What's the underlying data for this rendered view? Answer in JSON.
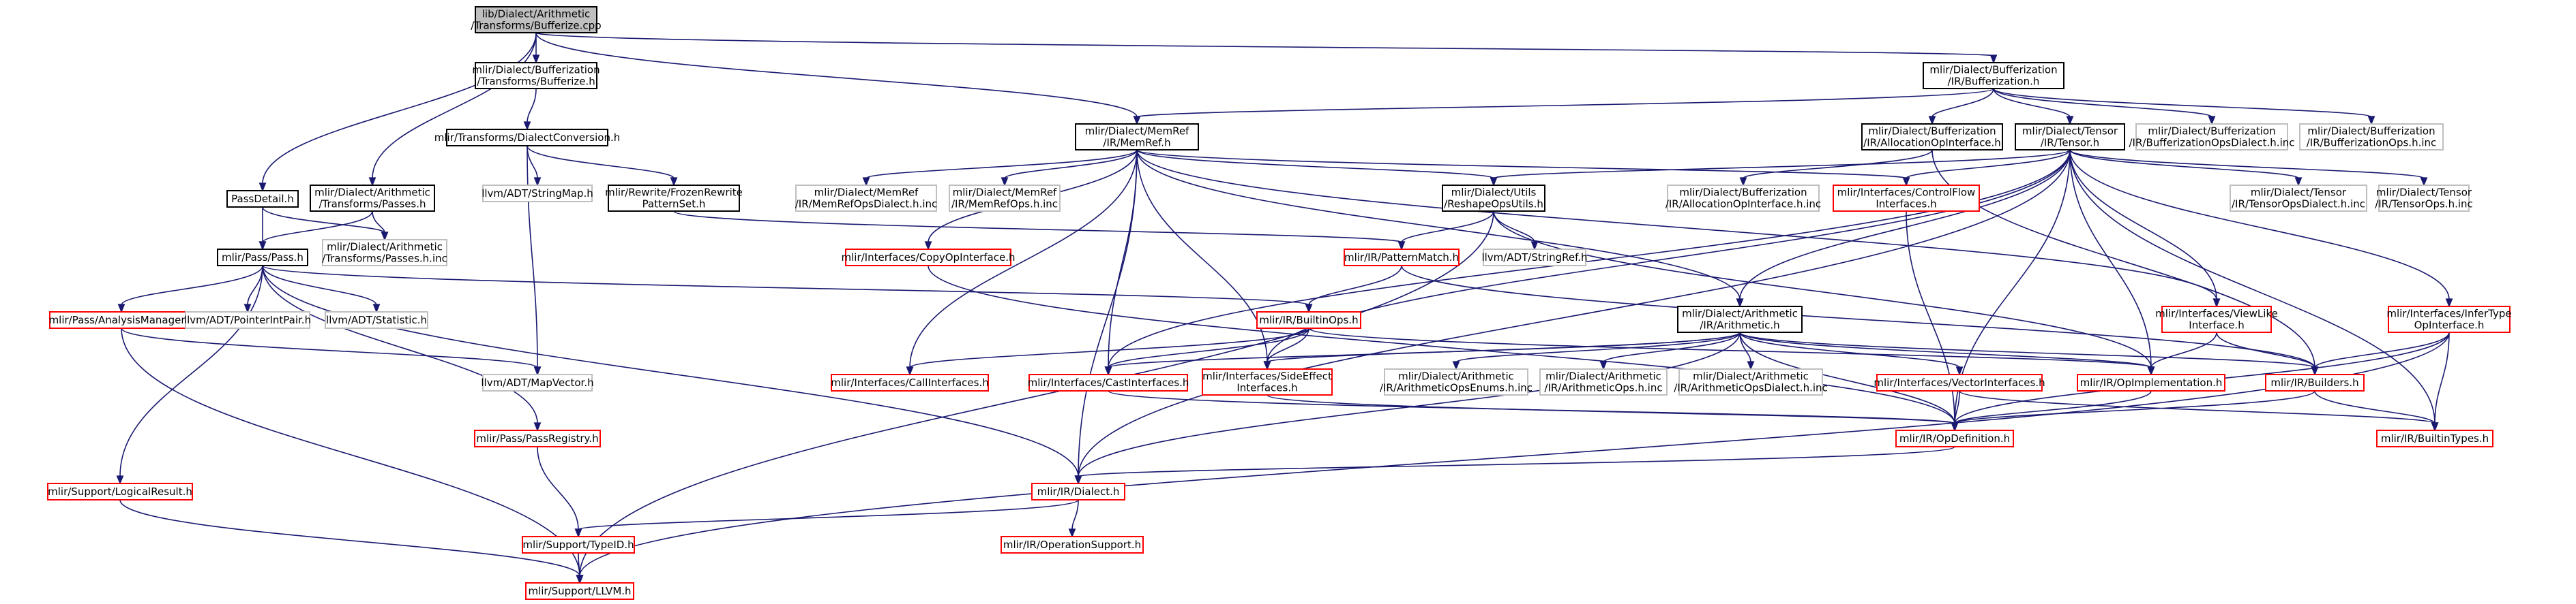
{
  "colors": {
    "edge": "#191970",
    "root_fill": "#bfbfbf",
    "default_border": "#000000",
    "external_border": "#bfbfbf",
    "documented_border": "#ff0000"
  },
  "graph": {
    "nodes": [
      {
        "id": "root",
        "kind": "root",
        "lines": [
          "lib/Dialect/Arithmetic",
          "/Transforms/Bufferize.cpp"
        ]
      },
      {
        "id": "n_bufferize_h",
        "kind": "default",
        "lines": [
          "mlir/Dialect/Bufferization",
          "/Transforms/Bufferize.h"
        ]
      },
      {
        "id": "n_passdetail",
        "kind": "default",
        "lines": [
          "PassDetail.h"
        ]
      },
      {
        "id": "n_arith_passes",
        "kind": "default",
        "lines": [
          "mlir/Dialect/Arithmetic",
          "/Transforms/Passes.h"
        ]
      },
      {
        "id": "n_dialectconv",
        "kind": "default",
        "lines": [
          "mlir/Transforms/DialectConversion.h"
        ]
      },
      {
        "id": "n_memref",
        "kind": "default",
        "lines": [
          "mlir/Dialect/MemRef",
          "/IR/MemRef.h"
        ]
      },
      {
        "id": "n_bufferization",
        "kind": "default",
        "lines": [
          "mlir/Dialect/Bufferization",
          "/IR/Bufferization.h"
        ]
      },
      {
        "id": "n_stringmap",
        "kind": "external",
        "lines": [
          "llvm/ADT/StringMap.h"
        ]
      },
      {
        "id": "n_frozen",
        "kind": "default",
        "lines": [
          "mlir/Rewrite/FrozenRewrite",
          "PatternSet.h"
        ]
      },
      {
        "id": "n_passes_inc",
        "kind": "external",
        "lines": [
          "mlir/Dialect/Arithmetic",
          "/Transforms/Passes.h.inc"
        ]
      },
      {
        "id": "n_pass",
        "kind": "default",
        "lines": [
          "mlir/Pass/Pass.h"
        ]
      },
      {
        "id": "n_memrefdialect_inc",
        "kind": "external",
        "lines": [
          "mlir/Dialect/MemRef",
          "/IR/MemRefOpsDialect.h.inc"
        ]
      },
      {
        "id": "n_memrefops_inc",
        "kind": "external",
        "lines": [
          "mlir/Dialect/MemRef",
          "/IR/MemRefOps.h.inc"
        ]
      },
      {
        "id": "n_reshape",
        "kind": "default",
        "lines": [
          "mlir/Dialect/Utils",
          "/ReshapeOpsUtils.h"
        ]
      },
      {
        "id": "n_allocop",
        "kind": "default",
        "lines": [
          "mlir/Dialect/Bufferization",
          "/IR/AllocationOpInterface.h"
        ]
      },
      {
        "id": "n_tensor",
        "kind": "default",
        "lines": [
          "mlir/Dialect/Tensor",
          "/IR/Tensor.h"
        ]
      },
      {
        "id": "n_allocop_inc",
        "kind": "external",
        "lines": [
          "mlir/Dialect/Bufferization",
          "/IR/AllocationOpInterface.h.inc"
        ]
      },
      {
        "id": "n_controlflow",
        "kind": "documented",
        "lines": [
          "mlir/Interfaces/ControlFlow",
          "Interfaces.h"
        ]
      },
      {
        "id": "n_tensordialect_inc",
        "kind": "external",
        "lines": [
          "mlir/Dialect/Tensor",
          "/IR/TensorOpsDialect.h.inc"
        ]
      },
      {
        "id": "n_tensorops_inc",
        "kind": "external",
        "lines": [
          "mlir/Dialect/Tensor",
          "/IR/TensorOps.h.inc"
        ]
      },
      {
        "id": "n_bufdialect_inc",
        "kind": "external",
        "lines": [
          "mlir/Dialect/Bufferization",
          "/IR/BufferizationOpsDialect.h.inc"
        ]
      },
      {
        "id": "n_bufops_inc",
        "kind": "external",
        "lines": [
          "mlir/Dialect/Bufferization",
          "/IR/BufferizationOps.h.inc"
        ]
      },
      {
        "id": "n_copyop",
        "kind": "documented",
        "lines": [
          "mlir/Interfaces/CopyOpInterface.h"
        ]
      },
      {
        "id": "n_patternmatch",
        "kind": "documented",
        "lines": [
          "mlir/IR/PatternMatch.h"
        ]
      },
      {
        "id": "n_stringref",
        "kind": "external",
        "lines": [
          "llvm/ADT/StringRef.h"
        ]
      },
      {
        "id": "n_analysis",
        "kind": "documented",
        "lines": [
          "mlir/Pass/AnalysisManager.h"
        ]
      },
      {
        "id": "n_pointerint",
        "kind": "external",
        "lines": [
          "llvm/ADT/PointerIntPair.h"
        ]
      },
      {
        "id": "n_statistic",
        "kind": "external",
        "lines": [
          "llvm/ADT/Statistic.h"
        ]
      },
      {
        "id": "n_builtinops",
        "kind": "documented",
        "lines": [
          "mlir/IR/BuiltinOps.h"
        ]
      },
      {
        "id": "n_arith_h",
        "kind": "default",
        "lines": [
          "mlir/Dialect/Arithmetic",
          "/IR/Arithmetic.h"
        ]
      },
      {
        "id": "n_viewlike",
        "kind": "documented",
        "lines": [
          "mlir/Interfaces/ViewLike",
          "Interface.h"
        ]
      },
      {
        "id": "n_infertype",
        "kind": "documented",
        "lines": [
          "mlir/Interfaces/InferType",
          "OpInterface.h"
        ]
      },
      {
        "id": "n_mapvector",
        "kind": "external",
        "lines": [
          "llvm/ADT/MapVector.h"
        ]
      },
      {
        "id": "n_callint",
        "kind": "documented",
        "lines": [
          "mlir/Interfaces/CallInterfaces.h"
        ]
      },
      {
        "id": "n_castint",
        "kind": "documented",
        "lines": [
          "mlir/Interfaces/CastInterfaces.h"
        ]
      },
      {
        "id": "n_sideeffect",
        "kind": "documented",
        "lines": [
          "mlir/Interfaces/SideEffect",
          "Interfaces.h"
        ]
      },
      {
        "id": "n_arith_enums",
        "kind": "external",
        "lines": [
          "mlir/Dialect/Arithmetic",
          "/IR/ArithmeticOpsEnums.h.inc"
        ]
      },
      {
        "id": "n_arith_ops",
        "kind": "external",
        "lines": [
          "mlir/Dialect/Arithmetic",
          "/IR/ArithmeticOps.h.inc"
        ]
      },
      {
        "id": "n_arith_dialect",
        "kind": "external",
        "lines": [
          "mlir/Dialect/Arithmetic",
          "/IR/ArithmeticOpsDialect.h.inc"
        ]
      },
      {
        "id": "n_vectorint",
        "kind": "documented",
        "lines": [
          "mlir/Interfaces/VectorInterfaces.h"
        ]
      },
      {
        "id": "n_opimpl",
        "kind": "documented",
        "lines": [
          "mlir/IR/OpImplementation.h"
        ]
      },
      {
        "id": "n_builders",
        "kind": "documented",
        "lines": [
          "mlir/IR/Builders.h"
        ]
      },
      {
        "id": "n_opdef",
        "kind": "documented",
        "lines": [
          "mlir/IR/OpDefinition.h"
        ]
      },
      {
        "id": "n_builtintypes",
        "kind": "documented",
        "lines": [
          "mlir/IR/BuiltinTypes.h"
        ]
      },
      {
        "id": "n_passregistry",
        "kind": "documented",
        "lines": [
          "mlir/Pass/PassRegistry.h"
        ]
      },
      {
        "id": "n_logical",
        "kind": "documented",
        "lines": [
          "mlir/Support/LogicalResult.h"
        ]
      },
      {
        "id": "n_dialect",
        "kind": "documented",
        "lines": [
          "mlir/IR/Dialect.h"
        ]
      },
      {
        "id": "n_typeid",
        "kind": "documented",
        "lines": [
          "mlir/Support/TypeID.h"
        ]
      },
      {
        "id": "n_opsupport",
        "kind": "documented",
        "lines": [
          "mlir/IR/OperationSupport.h"
        ]
      },
      {
        "id": "n_llvm",
        "kind": "documented",
        "lines": [
          "mlir/Support/LLVM.h"
        ]
      }
    ]
  }
}
